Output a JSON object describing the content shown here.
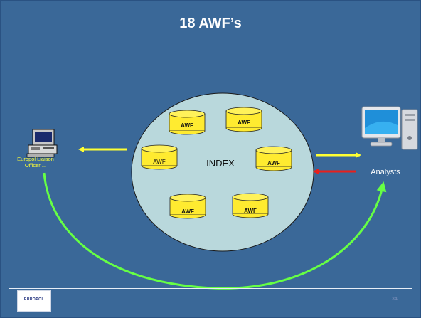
{
  "slide": {
    "title": "18 AWF’s",
    "page_number": "34"
  },
  "diagram": {
    "center_label": "INDEX",
    "databases": [
      {
        "label": "AWF"
      },
      {
        "label": "AWF"
      },
      {
        "label": "AWF"
      },
      {
        "label": "AWF"
      },
      {
        "label": "AWF"
      },
      {
        "label": "AWF"
      }
    ],
    "left_node": {
      "label_line1": "Europol Liaison",
      "label_line2": "Officer ..."
    },
    "right_node": {
      "label": "Analysts"
    }
  },
  "logo": {
    "text": "EUROPOL"
  },
  "colors": {
    "background": "#3a6898",
    "circle_fill": "#b9d8dc",
    "database_fill": "#ffeb30",
    "arrow_yellow": "#ffff33",
    "arrow_red": "#e8201c",
    "arrow_green": "#66ff44"
  }
}
